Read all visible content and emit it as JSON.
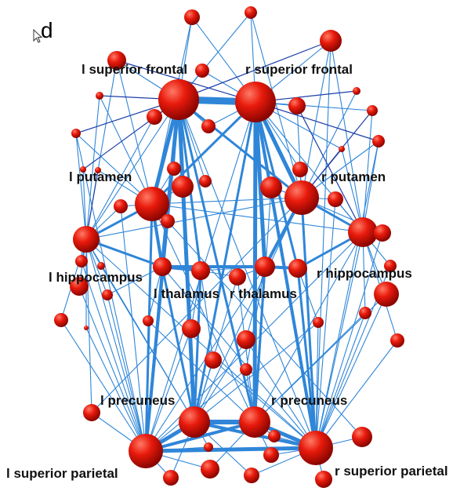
{
  "panel_label": "d",
  "regions": {
    "l_superior_frontal": "l superior frontal",
    "r_superior_frontal": "r superior frontal",
    "l_putamen": "l putamen",
    "r_putamen": "r putamen",
    "l_hippocampus": "l hippocampus",
    "r_hippocampus": "r hippocampus",
    "l_thalamus": "l thalamus",
    "r_thalamus": "r thalamus",
    "l_precuneus": "l precuneus",
    "r_precuneus": "r precuneus",
    "l_superior_parietal": "l superior parietal",
    "r_superior_parietal": "r superior parietal"
  },
  "colors": {
    "node": "#e0140a",
    "node_highlight": "#ff6a55",
    "edge_light": "#2f86d8",
    "edge_dark": "#1b3fa8"
  },
  "icons": {
    "cursor": "mouse-pointer-icon"
  }
}
